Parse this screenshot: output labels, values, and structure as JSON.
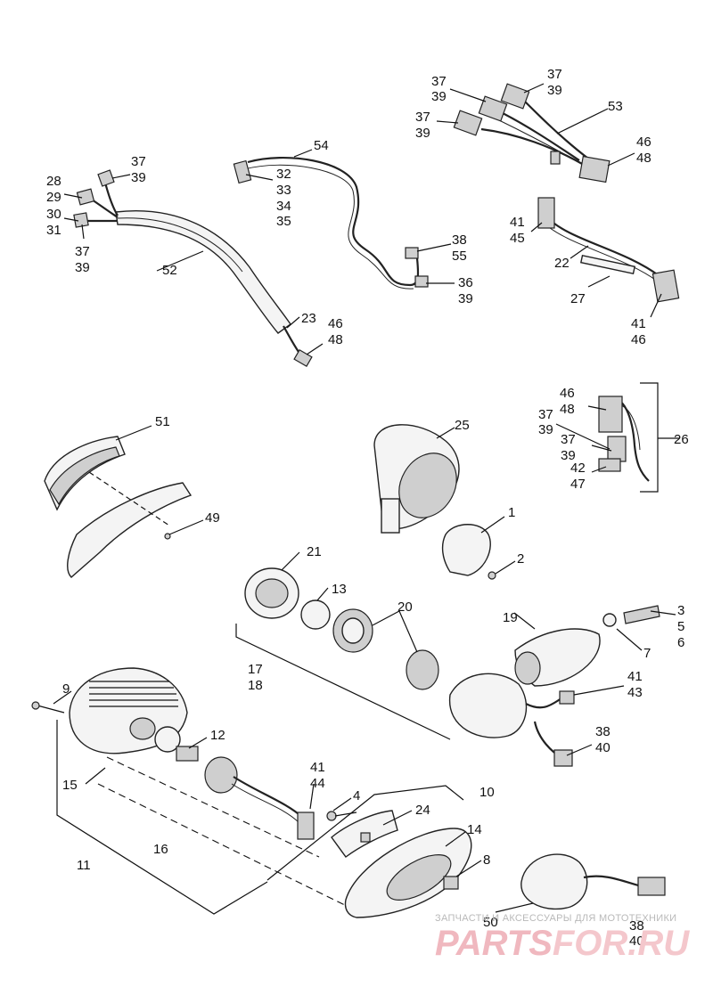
{
  "labels": {
    "l1": "1",
    "l2": "2",
    "l3": "3",
    "l4": "4",
    "l5": "5",
    "l6": "6",
    "l7": "7",
    "l8": "8",
    "l9": "9",
    "l10": "10",
    "l11": "11",
    "l12": "12",
    "l13": "13",
    "l14": "14",
    "l15": "15",
    "l16": "16",
    "l17": "17",
    "l18": "18",
    "l19": "19",
    "l20": "20",
    "l21": "21",
    "l22": "22",
    "l23": "23",
    "l24": "24",
    "l25": "25",
    "l26": "26",
    "l27": "27",
    "l28": "28",
    "l29": "29",
    "l30": "30",
    "l31": "31",
    "l32": "32",
    "l33": "33",
    "l34": "34",
    "l35": "35",
    "l36": "36",
    "l37": "37",
    "l38": "38",
    "l39": "39",
    "l40": "40",
    "l41": "41",
    "l42": "42",
    "l43": "43",
    "l44": "44",
    "l45": "45",
    "l46": "46",
    "l47": "47",
    "l48": "48",
    "l49": "49",
    "l50": "50",
    "l51": "51",
    "l52": "52",
    "l53": "53",
    "l54": "54",
    "l55": "55"
  },
  "watermark": {
    "tagline": "ЗАПЧАСТИ И АКСЕССУАРЫ ДЛЯ МОТОТЕХНИКИ",
    "logo_left": "PARTS",
    "logo_right": "FOR.RU",
    "logo_color_left": "#f0b8bf",
    "logo_color_right": "#f4c7cc"
  }
}
